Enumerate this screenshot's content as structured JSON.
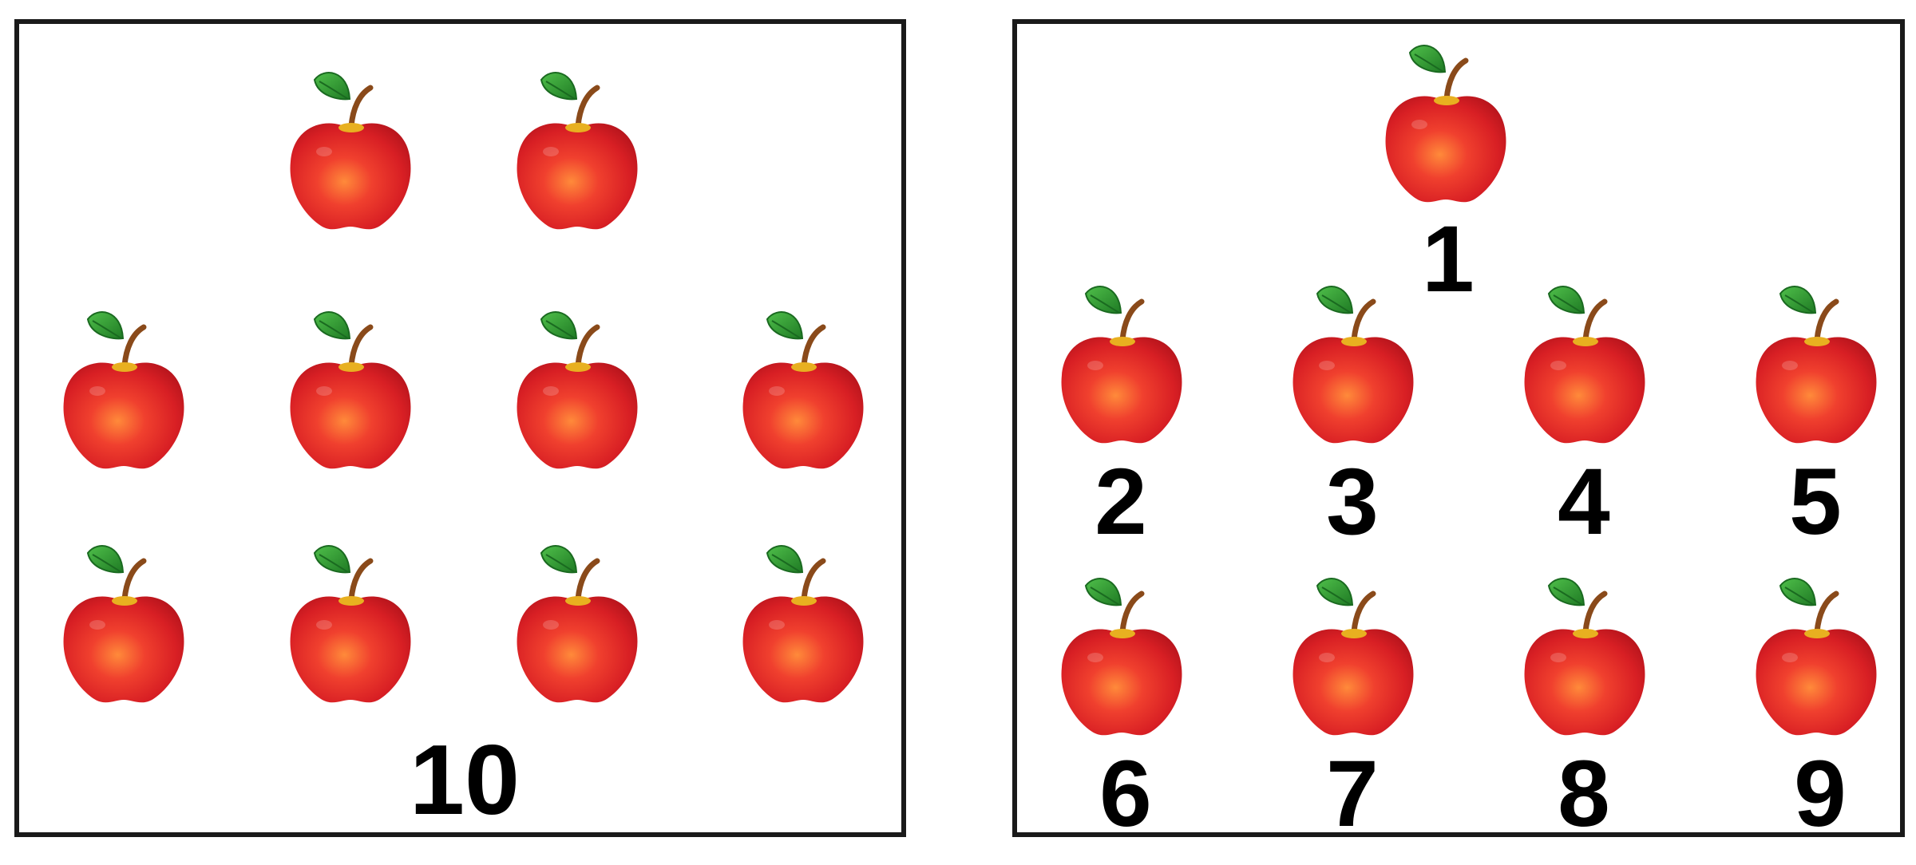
{
  "left_panel": {
    "apple_count": 10,
    "total_label": "10"
  },
  "right_panel": {
    "apple_count": 9,
    "labels": [
      "1",
      "2",
      "3",
      "4",
      "5",
      "6",
      "7",
      "8",
      "9"
    ]
  },
  "icon": "apple-icon",
  "colors": {
    "apple_red": "#e02a2a",
    "apple_highlight": "#ff7a3a",
    "leaf_green": "#2e9c33",
    "stem_brown": "#8a4a1a",
    "border": "#1a1a1a"
  }
}
